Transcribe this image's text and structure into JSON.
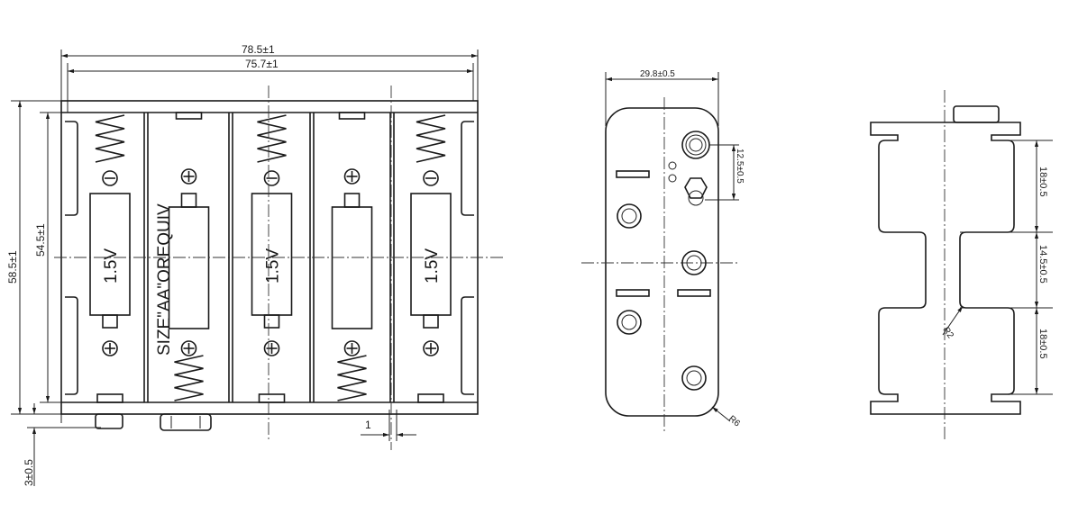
{
  "front_view": {
    "dim_overall_width": "78.5±1",
    "dim_inner_width": "75.7±1",
    "dim_overall_height": "58.5±1",
    "dim_inner_height": "54.5±1",
    "dim_foot": "3±0.5",
    "dim_wall": "1",
    "cell_voltage": "1.5V",
    "size_label": "SIZE\"AA\"OREQUIV"
  },
  "side_view": {
    "dim_width": "29.8±0.5",
    "dim_terminal_spacing": "12.5±0.5",
    "dim_radius": "R6"
  },
  "end_view": {
    "dim_top": "18±0.5",
    "dim_middle": "14.5±0.5",
    "dim_bottom": "18±0.5",
    "dim_radius": "R2"
  },
  "colors": {
    "line": "#1a1a1a",
    "background": "#ffffff"
  }
}
